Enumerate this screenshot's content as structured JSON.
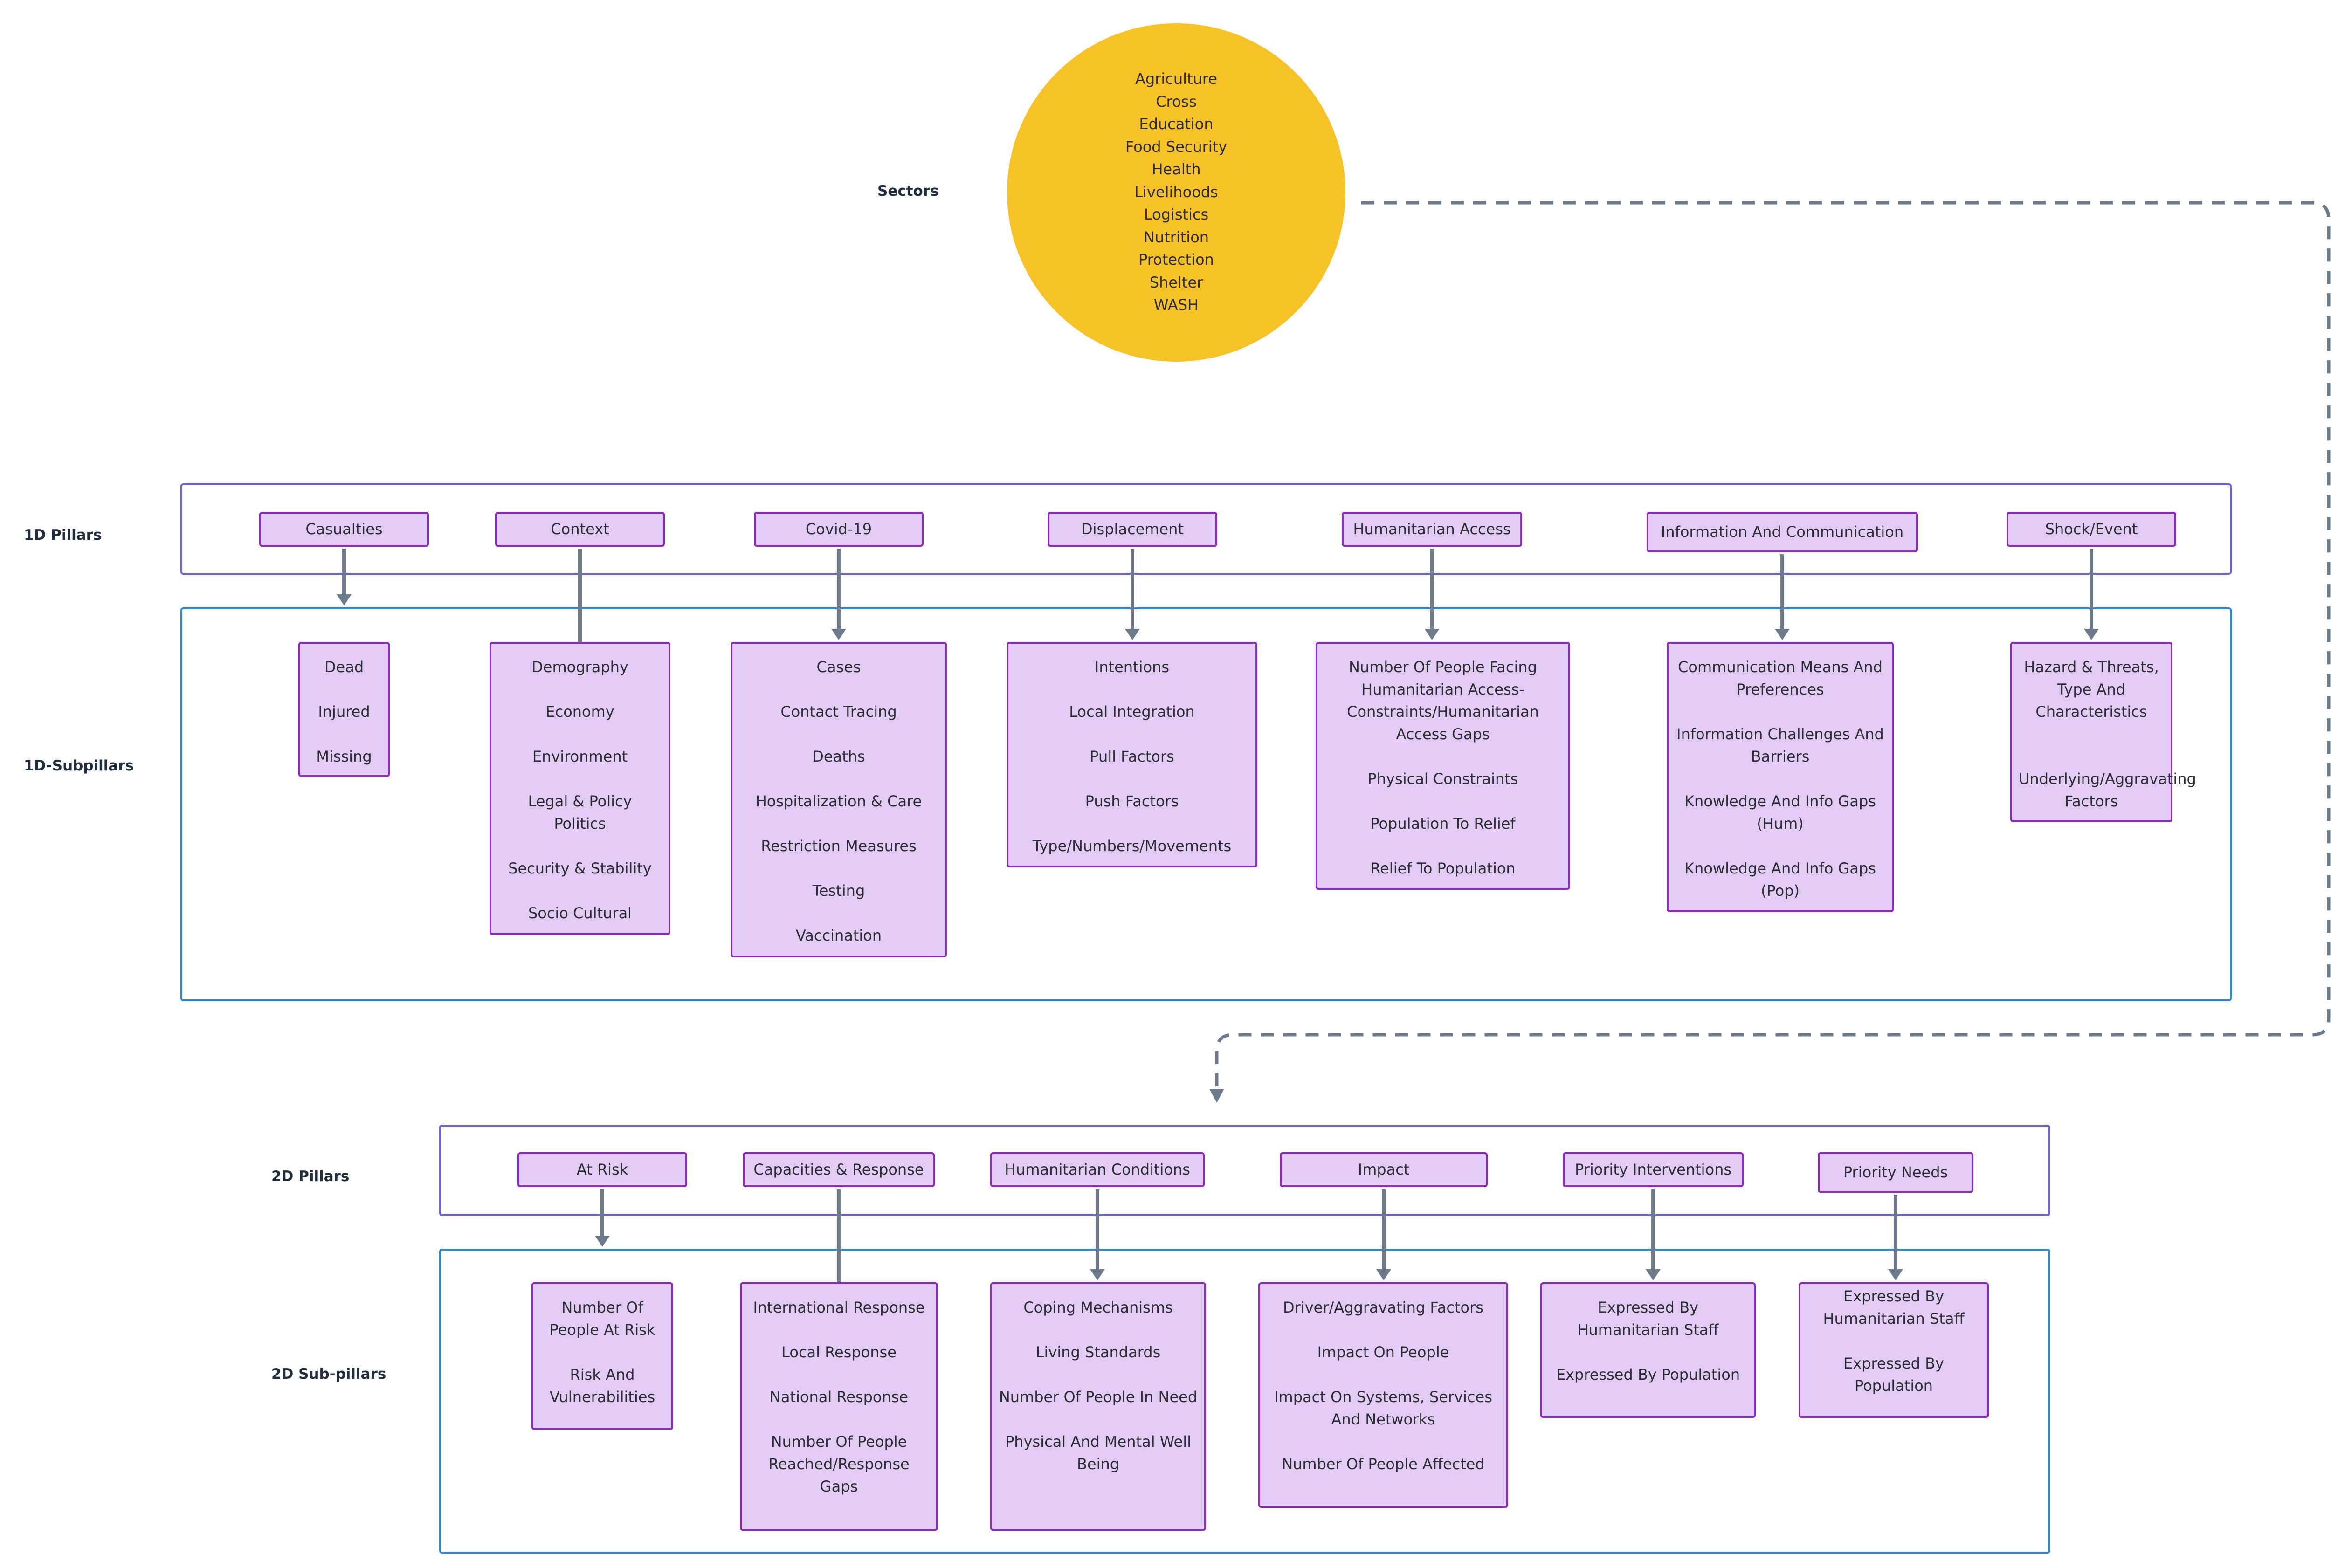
{
  "sectors": {
    "label": "Sectors",
    "items": [
      "Agriculture",
      "Cross",
      "Education",
      "Food Security",
      "Health",
      "Livelihoods",
      "Logistics",
      "Nutrition",
      "Protection",
      "Shelter",
      "WASH"
    ]
  },
  "labels": {
    "pillars_1d": "1D Pillars",
    "subpillars_1d": "1D-Subpillars",
    "pillars_2d": "2D Pillars",
    "subpillars_2d": "2D Sub-pillars"
  },
  "pillars_1d": [
    {
      "label": "Casualties",
      "subpillars": [
        "Dead",
        "Injured",
        "Missing"
      ]
    },
    {
      "label": "Context",
      "subpillars": [
        "Demography",
        "Economy",
        "Environment",
        "Legal & Policy Politics",
        "Security & Stability",
        "Socio Cultural"
      ]
    },
    {
      "label": "Covid-19",
      "subpillars": [
        "Cases",
        "Contact Tracing",
        "Deaths",
        "Hospitalization & Care",
        "Restriction Measures",
        "Testing",
        "Vaccination"
      ]
    },
    {
      "label": "Displacement",
      "subpillars": [
        "Intentions",
        "Local Integration",
        "Pull Factors",
        "Push Factors",
        "Type/Numbers/Movements"
      ]
    },
    {
      "label": "Humanitarian Access",
      "subpillars": [
        "Number Of People Facing Humanitarian Access-Constraints/Humanitarian Access Gaps",
        "Physical Constraints",
        "Population To Relief",
        "Relief To Population"
      ]
    },
    {
      "label": "Information And Communication",
      "subpillars": [
        "Communication Means And Preferences",
        "Information Challenges And Barriers",
        "Knowledge And Info Gaps (Hum)",
        "Knowledge And Info Gaps (Pop)"
      ]
    },
    {
      "label": "Shock/Event",
      "subpillars": [
        "Hazard & Threats, Type And Characteristics",
        "Underlying/Aggravating Factors"
      ]
    }
  ],
  "pillars_2d": [
    {
      "label": "At Risk",
      "subpillars": [
        "Number Of People At Risk",
        "Risk And Vulnerabilities"
      ]
    },
    {
      "label": "Capacities & Response",
      "subpillars": [
        "International Response",
        "Local Response",
        "National Response",
        "Number Of People Reached/Response Gaps"
      ]
    },
    {
      "label": "Humanitarian Conditions",
      "subpillars": [
        "Coping Mechanisms",
        "Living Standards",
        "Number Of People In Need",
        "Physical And Mental Well Being"
      ]
    },
    {
      "label": "Impact",
      "subpillars": [
        "Driver/Aggravating Factors",
        "Impact On People",
        "Impact On Systems, Services And Networks",
        "Number Of People Affected"
      ]
    },
    {
      "label": "Priority Interventions",
      "subpillars": [
        "Expressed By Humanitarian Staff",
        "Expressed By Population"
      ]
    },
    {
      "label": "Priority Needs",
      "subpillars": [
        "Expressed By Humanitarian Staff",
        "Expressed By Population"
      ]
    }
  ],
  "colors": {
    "sector_circle": "#f7c226",
    "box_fill": "#e2ccf4",
    "box_border": "#8b2ac1",
    "pillar_frame": "#6b63e6",
    "subpillar_frame": "#2f86d6",
    "arrow": "#6c7a89"
  }
}
